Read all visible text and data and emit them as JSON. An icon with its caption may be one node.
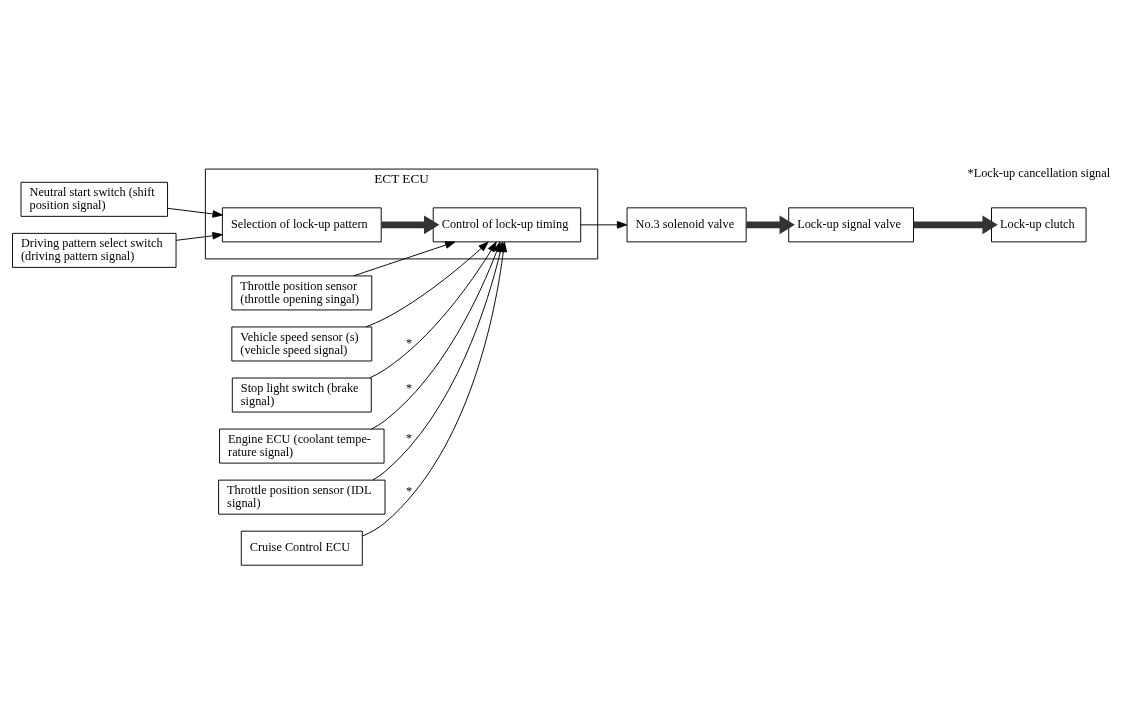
{
  "diagram": {
    "nodes": [
      {
        "text": [
          "Neutral start switch (shift position signal)"
        ]
      },
      {
        "text": [
          "Driving pattern select switch (driving pattern signal)"
        ]
      },
      {
        "text": [
          "Throttle position sensor (throttle opening singal)"
        ]
      },
      {
        "text": [
          "Vehicle speed sensor (s) (vehicle speed signal)"
        ]
      },
      {
        "text": [
          "Stop light switch (brake signal)"
        ]
      },
      {
        "text": [
          "Engine ECU (coolant tempe- rature signal)"
        ]
      },
      {
        "text": [
          "Throttle position sensor (IDL signal)"
        ]
      },
      {
        "text": [
          "Cruise Control ECU"
        ]
      },
      {
        "text": [
          "ECT ECU"
        ]
      },
      {
        "text": [
          "Selection of lock-up pattern"
        ],
        "in": 8
      },
      {
        "text": [
          "Control of lock-up timing"
        ],
        "in": 8
      },
      {
        "text": [
          "No.3 solenoid valve"
        ]
      },
      {
        "text": [
          "Lock-up signal valve"
        ]
      },
      {
        "text": [
          "Lock-up clutch"
        ]
      }
    ],
    "edges": [
      {
        "from": 0,
        "to": 9,
        "arrow": "to"
      },
      {
        "from": 1,
        "to": 9,
        "arrow": "to"
      },
      {
        "from": 9,
        "to": 10,
        "arrow": "to",
        "style": "thick"
      },
      {
        "from": 2,
        "to": 10,
        "arrow": "to"
      },
      {
        "from": 3,
        "to": 10,
        "arrow": "to"
      },
      {
        "from": 4,
        "to": 10,
        "arrow": "to",
        "label": "*"
      },
      {
        "from": 5,
        "to": 10,
        "arrow": "to",
        "label": "*"
      },
      {
        "from": 6,
        "to": 10,
        "arrow": "to",
        "label": "*"
      },
      {
        "from": 7,
        "to": 10,
        "arrow": "to",
        "label": "*"
      },
      {
        "from": 10,
        "to": 11,
        "arrow": "to"
      },
      {
        "from": 11,
        "to": 12,
        "arrow": "to",
        "style": "thick"
      },
      {
        "from": 12,
        "to": 13,
        "arrow": "to",
        "style": "thick"
      }
    ],
    "labels": [
      "*Lock-up cancellation signal"
    ]
  }
}
